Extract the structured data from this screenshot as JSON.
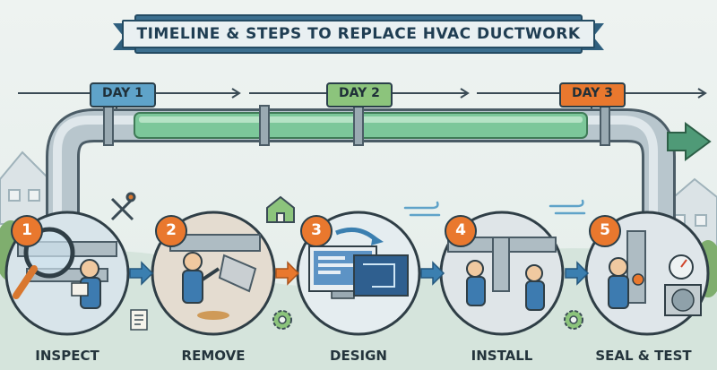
{
  "title": "TIMELINE & STEPS TO REPLACE HVAC DUCTWORK",
  "days": [
    {
      "label": "DAY 1",
      "color": "#5fa3c9"
    },
    {
      "label": "DAY 2",
      "color": "#8cc47c"
    },
    {
      "label": "DAY 3",
      "color": "#e9782e"
    }
  ],
  "steps": [
    {
      "number": "1",
      "label": "INSPECT"
    },
    {
      "number": "2",
      "label": "REMOVE"
    },
    {
      "number": "3",
      "label": "DESIGN"
    },
    {
      "number": "4",
      "label": "INSTALL"
    },
    {
      "number": "5",
      "label": "SEAL & TEST"
    }
  ],
  "colors": {
    "accent_orange": "#e9782e",
    "pipe_green": "#7cc79a",
    "banner_blue": "#3c6f8f",
    "arrow_blue": "#3b7fb0"
  }
}
